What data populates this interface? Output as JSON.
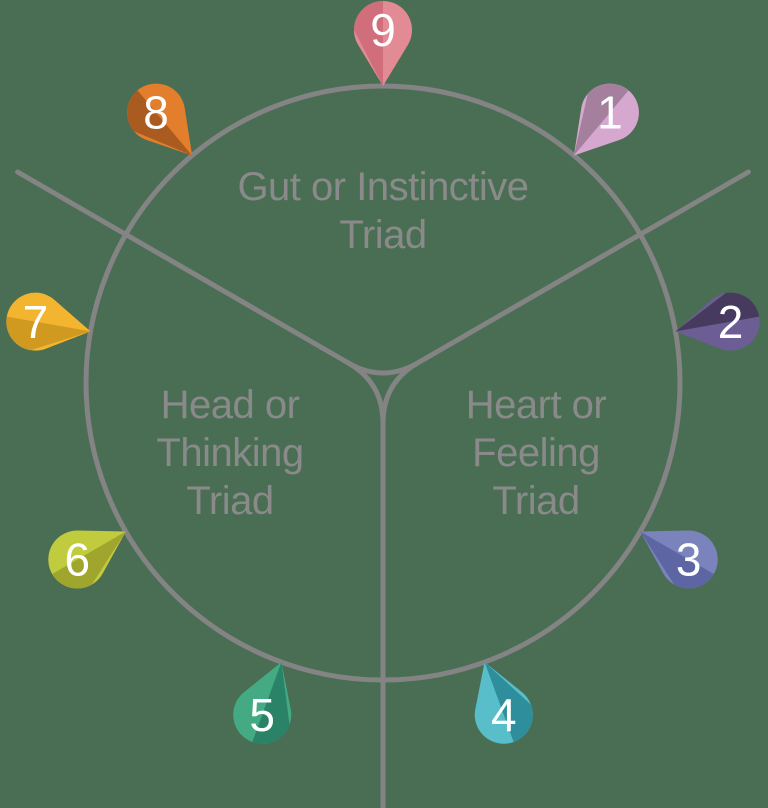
{
  "background_color": "#4a6e54",
  "figure": {
    "outline_color": "#848484",
    "label_color": "#8a8a8a",
    "number_color": "#ffffff",
    "triads": {
      "gut": {
        "line1": "Gut or Instinctive",
        "line2": "Triad"
      },
      "head": {
        "line1": "Head or",
        "line2": "Thinking",
        "line3": "Triad"
      },
      "heart": {
        "line1": "Heart or",
        "line2": "Feeling",
        "line3": "Triad"
      }
    },
    "pins": [
      {
        "number": "9",
        "position_deg": 0,
        "base_color": "#e28b94",
        "shade_color": "#d06e7c",
        "shade_side": "left"
      },
      {
        "number": "1",
        "position_deg": 40,
        "base_color": "#d7a8cf",
        "shade_color": "#a5809e",
        "shade_side": "left"
      },
      {
        "number": "2",
        "position_deg": 80,
        "base_color": "#6c5e94",
        "shade_color": "#463a5e",
        "shade_side": "left"
      },
      {
        "number": "3",
        "position_deg": 120,
        "base_color": "#7a83bc",
        "shade_color": "#5d66a2",
        "shade_side": "right"
      },
      {
        "number": "4",
        "position_deg": 160,
        "base_color": "#58bfca",
        "shade_color": "#2e8e9b",
        "shade_side": "left"
      },
      {
        "number": "5",
        "position_deg": 200,
        "base_color": "#43aa84",
        "shade_color": "#2b8367",
        "shade_side": "left"
      },
      {
        "number": "6",
        "position_deg": 240,
        "base_color": "#c1cb3e",
        "shade_color": "#a0a52d",
        "shade_side": "left"
      },
      {
        "number": "7",
        "position_deg": 280,
        "base_color": "#f3b42f",
        "shade_color": "#d0991f",
        "shade_side": "left"
      },
      {
        "number": "8",
        "position_deg": 320,
        "base_color": "#e27e2c",
        "shade_color": "#a95b20",
        "shade_side": "left"
      }
    ]
  }
}
